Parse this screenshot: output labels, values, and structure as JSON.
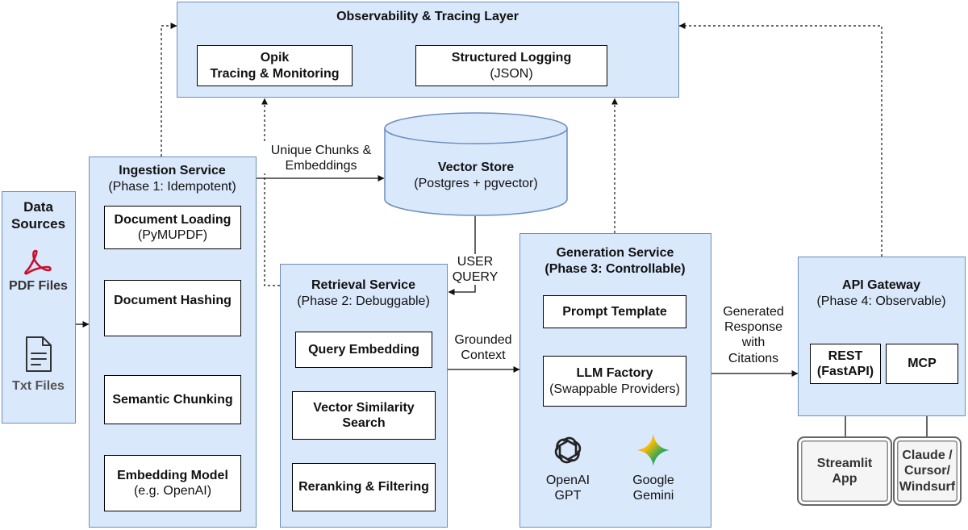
{
  "observability": {
    "title": "Observability & Tracing Layer",
    "opik": {
      "line1": "Opik",
      "line2": "Tracing & Monitoring"
    },
    "logging": {
      "title": "Structured Logging",
      "subtitle": "(JSON)"
    }
  },
  "data_sources": {
    "title_line1": "Data",
    "title_line2": "Sources",
    "pdf_label": "PDF Files",
    "txt_label": "Txt Files",
    "icons": [
      "pdf-icon",
      "text-file-icon"
    ]
  },
  "ingestion": {
    "title": "Ingestion Service",
    "subtitle": "(Phase 1: Idempotent)",
    "steps": [
      {
        "title": "Document Loading",
        "subtitle": "(PyMUPDF)"
      },
      {
        "title": "Document Hashing",
        "subtitle": ""
      },
      {
        "title": "Semantic Chunking",
        "subtitle": ""
      },
      {
        "title": "Embedding Model",
        "subtitle": "(e.g. OpenAI)"
      }
    ]
  },
  "vector_store": {
    "title": "Vector Store",
    "subtitle": "(Postgres + pgvector)"
  },
  "edge_labels": {
    "chunks_line1": "Unique Chunks &",
    "chunks_line2": "Embeddings",
    "user_query_line1": "USER",
    "user_query_line2": "QUERY",
    "grounded_line1": "Grounded",
    "grounded_line2": "Context",
    "generated_line1": "Generated",
    "generated_line2": "Response",
    "generated_line3": "with",
    "generated_line4": "Citations"
  },
  "retrieval": {
    "title": "Retrieval Service",
    "subtitle": "(Phase 2: Debuggable)",
    "steps": [
      {
        "line1": "Query Embedding",
        "line2": ""
      },
      {
        "line1": "Vector Similarity",
        "line2": "Search"
      },
      {
        "line1": "Reranking & Filtering",
        "line2": ""
      }
    ]
  },
  "generation": {
    "title": "Generation Service",
    "subtitle": "(Phase 3: Controllable)",
    "prompt_template": "Prompt Template",
    "llm_factory": {
      "title": "LLM Factory",
      "subtitle": "(Swappable Providers)"
    },
    "providers": [
      {
        "line1": "OpenAI",
        "line2": "GPT",
        "icon": "openai-logo-icon"
      },
      {
        "line1": "Google",
        "line2": "Gemini",
        "icon": "gemini-logo-icon"
      }
    ]
  },
  "api_gateway": {
    "title": "API Gateway",
    "subtitle": "(Phase 4: Observable)",
    "rest": {
      "line1": "REST",
      "line2": "(FastAPI)"
    },
    "mcp": "MCP"
  },
  "clients": [
    {
      "lines": [
        "Streamlit",
        "App"
      ]
    },
    {
      "lines": [
        "Claude /",
        "Cursor/",
        "Windsurf"
      ]
    }
  ],
  "colors": {
    "panel_fill": "#dae8fc",
    "panel_border": "#6c8ebf",
    "box_border": "#000000",
    "pdf_red": "#c8102e",
    "client_fill": "#f5f5f5"
  }
}
